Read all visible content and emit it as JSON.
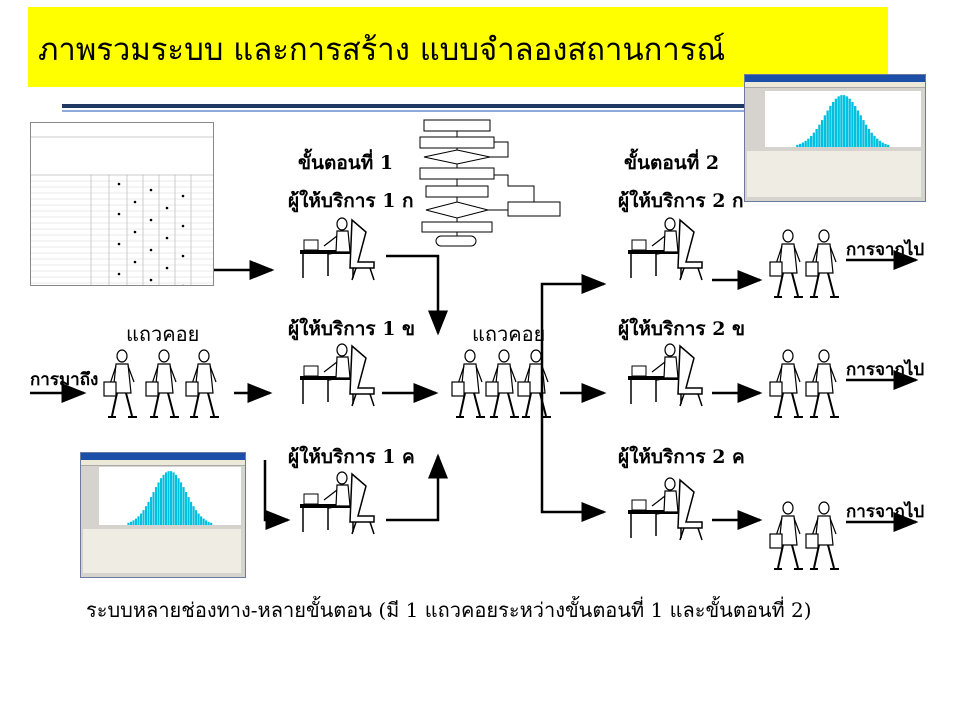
{
  "title": "ภาพรวมระบบ และการสร้าง แบบจำลองสถานการณ์",
  "stages": {
    "stage1": "ขั้นตอนที่ 1",
    "stage2": "ขั้นตอนที่ 2"
  },
  "servers": {
    "s1a": "ผู้ให้บริการ 1 ก",
    "s1b": "ผู้ให้บริการ 1 ข",
    "s1c": "ผู้ให้บริการ 1 ค",
    "s2a": "ผู้ให้บริการ 2 ก",
    "s2b": "ผู้ให้บริการ 2 ข",
    "s2c": "ผู้ให้บริการ 2 ค"
  },
  "queue_label": "แถวคอย",
  "arrival_label": "การมาถึง",
  "departure_label": "การจากไป",
  "caption": "ระบบหลายช่องทาง-หลายขั้นตอน (มี 1 แถวคอยระหว่างขั้นตอนที่ 1 และขั้นตอนที่ 2)",
  "colors": {
    "title_bg": "#ffff00",
    "rule_dark": "#1f3864",
    "rule_light": "#8ea9db",
    "histogram": "#00c0e0"
  }
}
